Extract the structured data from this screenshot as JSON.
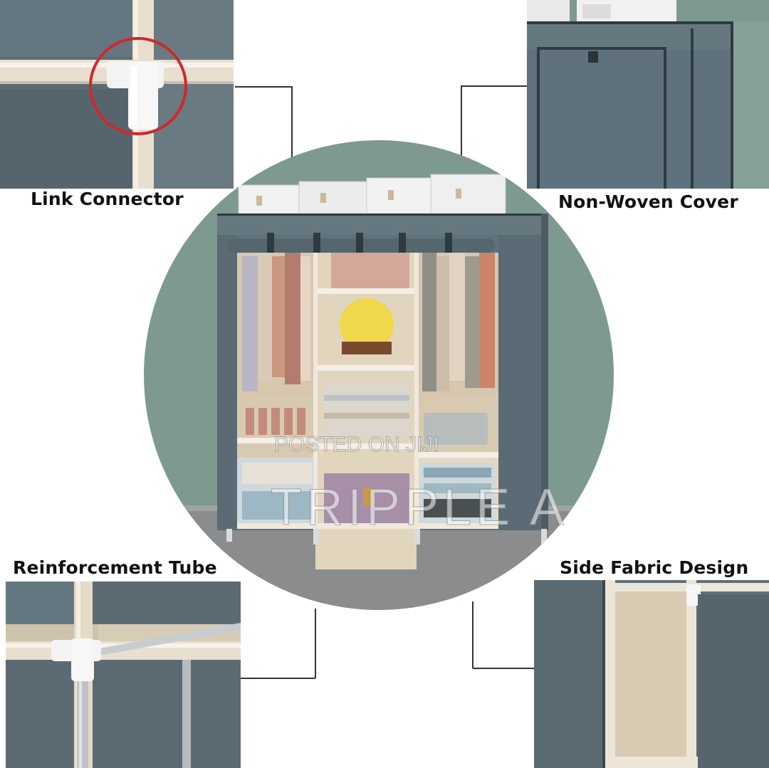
{
  "labels": {
    "link_connector": "Link Connector",
    "non_woven_cover": "Non-Woven Cover",
    "reinforcement_tube": "Reinforcement Tube",
    "side_fabric_design": "Side Fabric Design"
  },
  "watermark": {
    "line1": "POSTED ON JIJI",
    "line2": "TRIPPLE A"
  },
  "colors": {
    "fabric": "#5f717c",
    "fabric_dark": "#4d5d67",
    "tube": "#e6dccb",
    "circle_bg": "#7f9a91",
    "highlight_ring": "#d0282b"
  }
}
